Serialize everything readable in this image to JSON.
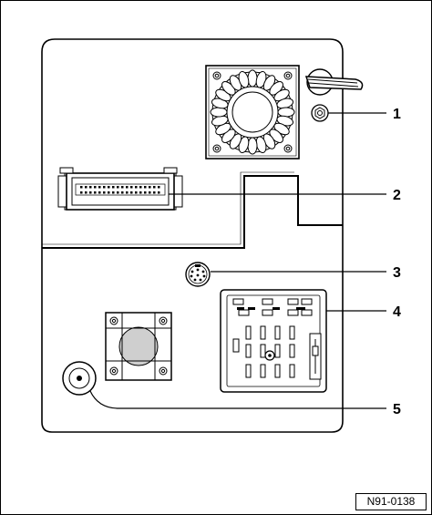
{
  "callouts": [
    {
      "number": "1",
      "part": "ground-screw"
    },
    {
      "number": "2",
      "part": "multi-pin-connector"
    },
    {
      "number": "3",
      "part": "round-mini-din-socket"
    },
    {
      "number": "4",
      "part": "iso-connector"
    },
    {
      "number": "5",
      "part": "antenna-socket"
    }
  ],
  "reference_code": "N91-0138"
}
